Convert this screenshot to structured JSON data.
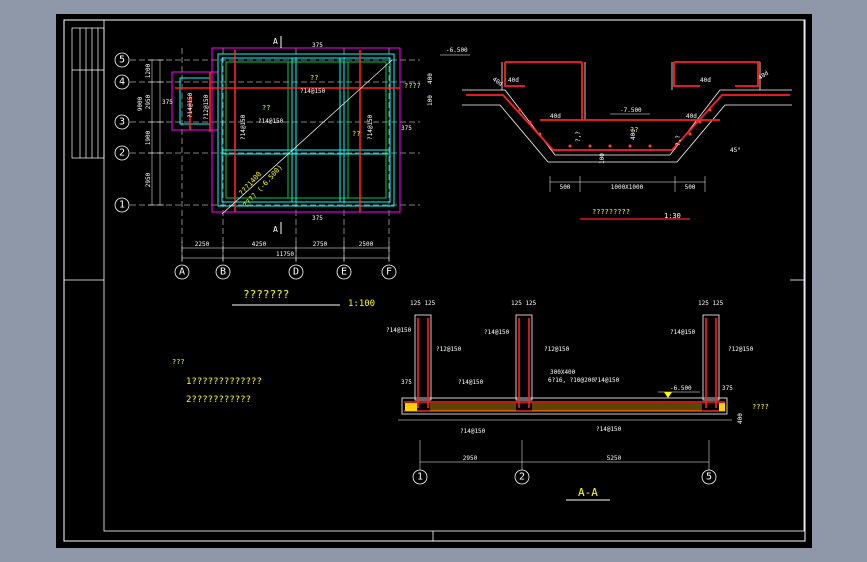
{
  "plan": {
    "section_mark_top": "A",
    "section_mark_bottom": "A",
    "row_axes": [
      "5",
      "4",
      "3",
      "2",
      "1"
    ],
    "col_axes": [
      "A",
      "B",
      "D",
      "E",
      "F"
    ],
    "left_dims": [
      "1200",
      "2950",
      "1900",
      "2950"
    ],
    "left_total": "9000",
    "left_small_dim": "375",
    "top_small_dim": "375",
    "right_small_dim": "375",
    "bottom_small_dim": "375",
    "bottom_dims": [
      "2250",
      "4250",
      "2750",
      "2500"
    ],
    "bottom_total": "11750",
    "rebar_labels": [
      "?14@150",
      "?14@150",
      "?14@150",
      "?14@150"
    ],
    "marks": [
      "??",
      "??",
      "??",
      "????"
    ],
    "pit_label": "?14@150",
    "pit_label2": "?12@150",
    "diag_label": "???1400",
    "diag_label2": "???? (-6.500)",
    "title": "???????",
    "scale": "1:100"
  },
  "pit": {
    "elev_top": "-6.500",
    "elev_bottom": "-7.500",
    "lap_labels": [
      "40d",
      "40d",
      "40d",
      "40d",
      "40d",
      "40d"
    ],
    "dim_left": "400",
    "dim_left2": "100",
    "dim_mid": "100",
    "dim_v1": "?,?",
    "dim_v2": "40d",
    "dim_v3": "?,?",
    "angle": "45°",
    "bottom_dims": [
      "500",
      "1000X1000",
      "500"
    ],
    "title": "?????????",
    "scale": "1:30"
  },
  "section": {
    "col_dims": [
      "125 125",
      "125 125",
      "125 125"
    ],
    "rebar_left": [
      "?14@150",
      "?14@150",
      "?14@150"
    ],
    "rebar_right": [
      "?12@150",
      "?12@150",
      "?12@150"
    ],
    "beam_label": "300X400",
    "beam_label2": "6?16, ?10@200",
    "slab_top": [
      "?14@150",
      "?14@150"
    ],
    "slab_bottom": [
      "?14@150",
      "?14@150"
    ],
    "elev": "-6.500",
    "left_dim": "375",
    "right_dim": "375",
    "right_dim2": "400",
    "right_mark": "????",
    "axis_dims": [
      "2950",
      "5250"
    ],
    "axes": [
      "1",
      "2",
      "5"
    ],
    "title": "A-A"
  },
  "notes": {
    "heading": "???",
    "line1": "1?????????????",
    "line2": "2???????????"
  }
}
